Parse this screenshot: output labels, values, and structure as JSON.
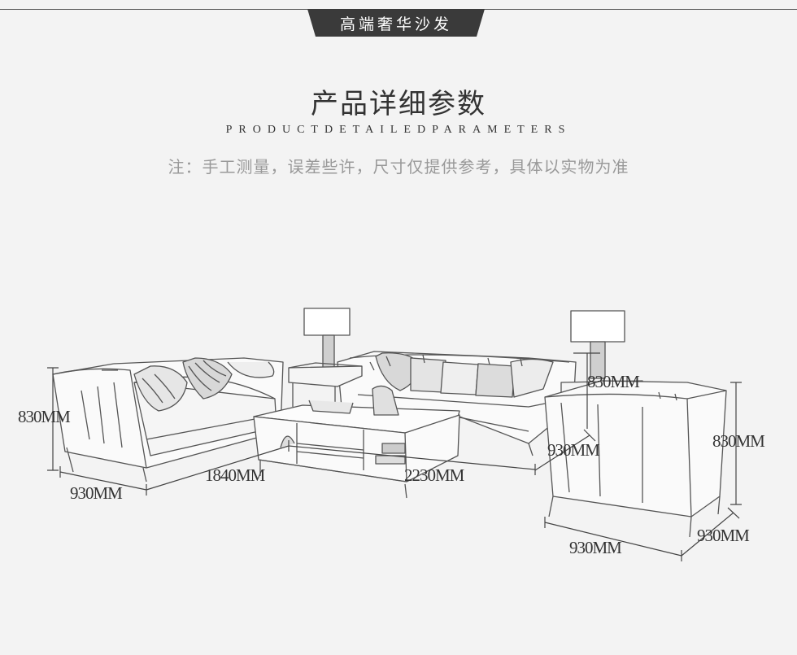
{
  "header": {
    "tab_label": "高端奢华沙发"
  },
  "section": {
    "title": "产品详细参数",
    "subtitle": "PRODUCTDETAILEDPARAMETERS",
    "note": "注：手工测量，误差些许，尺寸仅提供参考，具体以实物为准"
  },
  "dimensions": {
    "loveseat_height": "830MM",
    "loveseat_depth": "930MM",
    "loveseat_width": "1840MM",
    "sofa_width": "2230MM",
    "sofa_depth": "930MM",
    "armchair_back_height": "830MM",
    "armchair_height": "830MM",
    "armchair_width": "930MM",
    "armchair_depth": "930MM"
  }
}
